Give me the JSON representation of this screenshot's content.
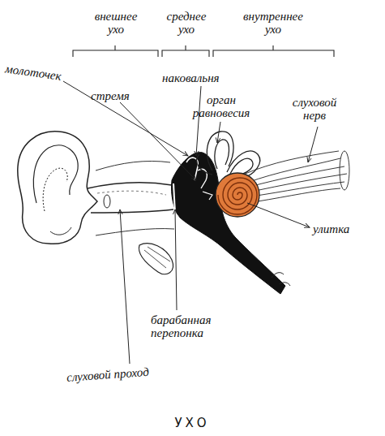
{
  "diagram": {
    "caption": "УХО",
    "labels": [
      "внешнее ухо",
      "среднее ухо",
      "внутреннее ухо",
      "молоточек",
      "наковальня",
      "стремя",
      "орган равновесия",
      "слуховой нерв",
      "улитка",
      "барабанная перепонка",
      "слуховой проход"
    ]
  }
}
